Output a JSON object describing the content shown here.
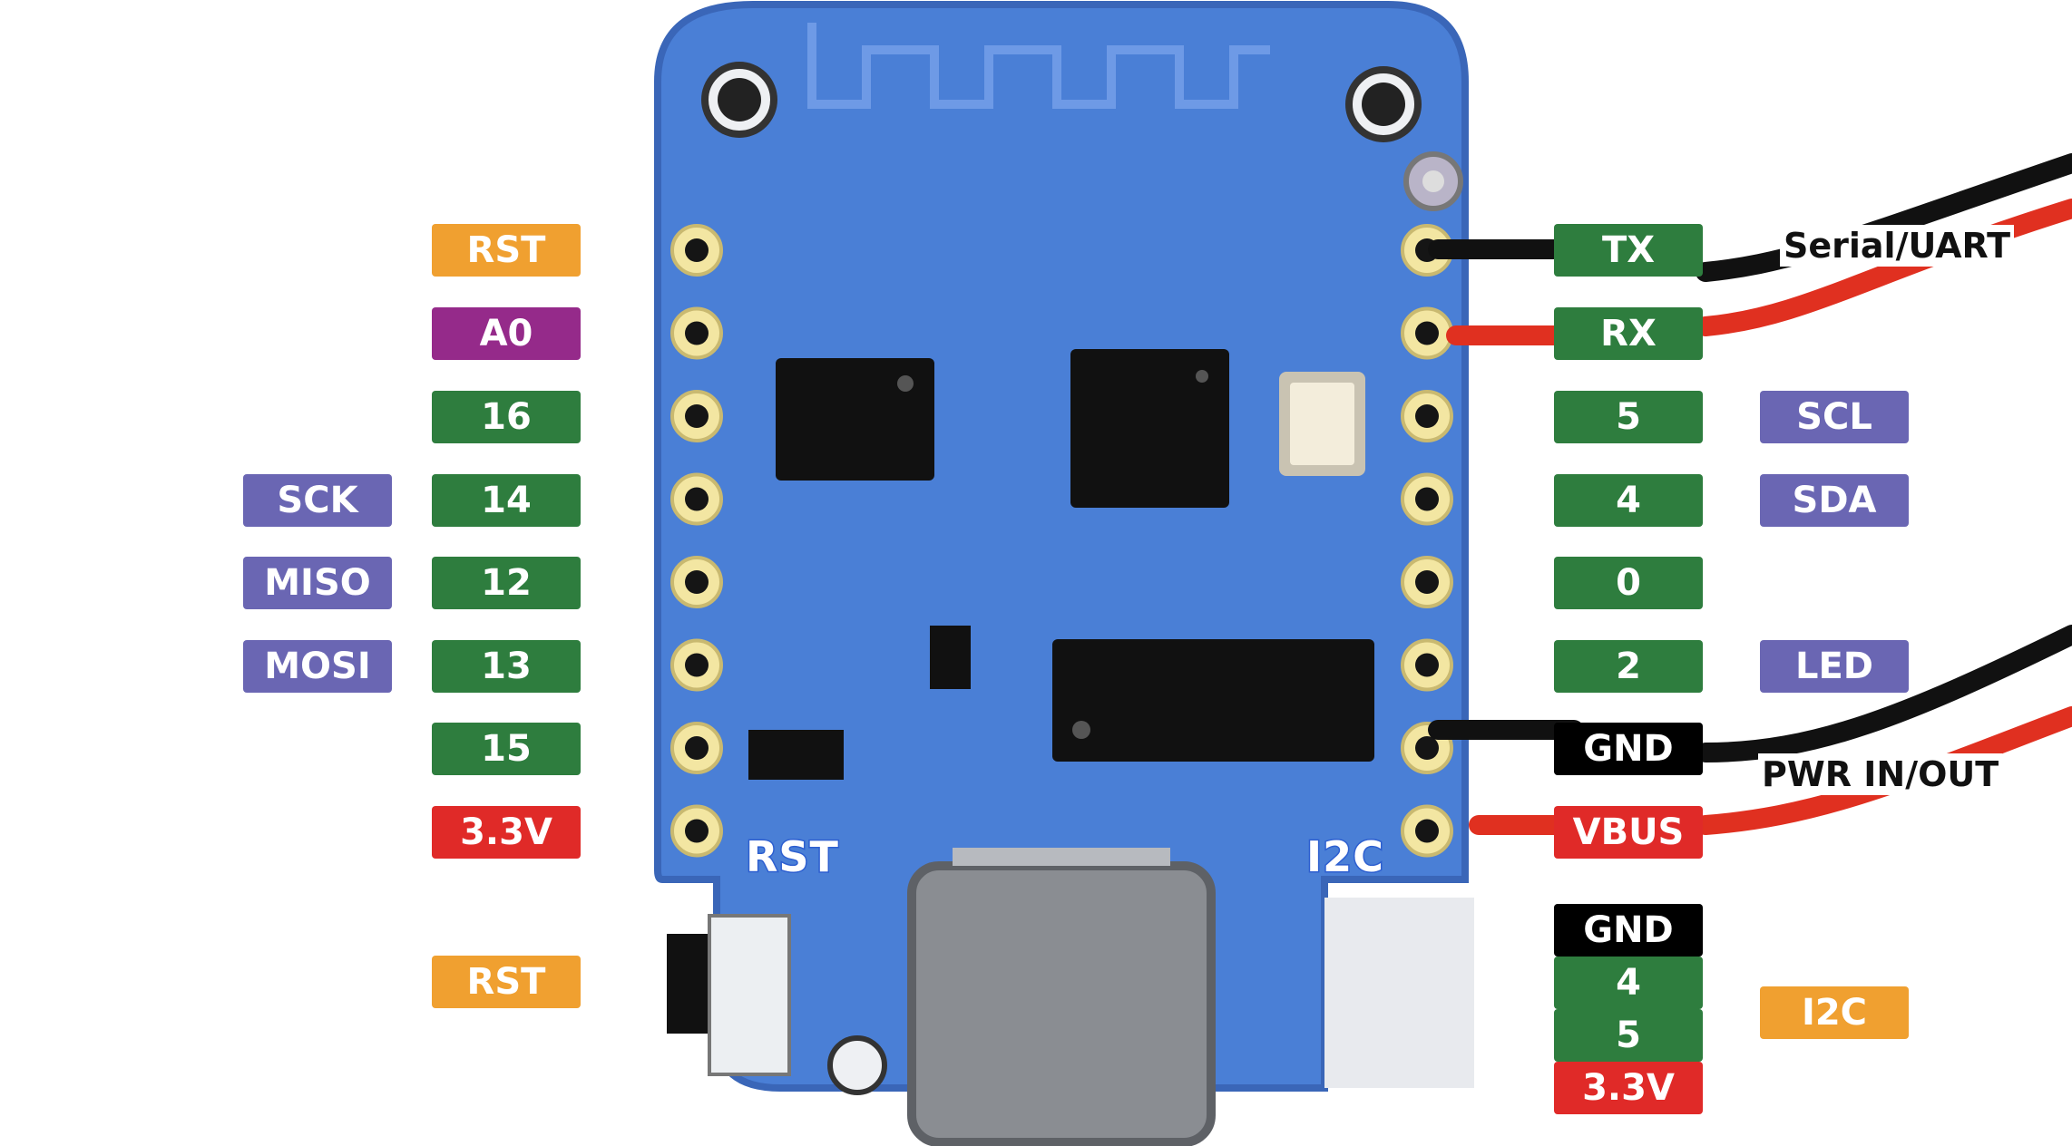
{
  "colors": {
    "board": "#4a7fd6",
    "board_edge": "#3a66b8",
    "gpio": "#2e7d3e",
    "function": "#6a66b3",
    "rst": "#f0a030",
    "analog": "#952a8a",
    "power": "#e02a28",
    "ground": "#000000",
    "wire_black": "#111111",
    "wire_red": "#e03020"
  },
  "left_pins": [
    {
      "label": "RST",
      "color": "#f0a030",
      "func": ""
    },
    {
      "label": "A0",
      "color": "#952a8a",
      "func": ""
    },
    {
      "label": "16",
      "color": "#2e7d3e",
      "func": ""
    },
    {
      "label": "14",
      "color": "#2e7d3e",
      "func": "SCK"
    },
    {
      "label": "12",
      "color": "#2e7d3e",
      "func": "MISO"
    },
    {
      "label": "13",
      "color": "#2e7d3e",
      "func": "MOSI"
    },
    {
      "label": "15",
      "color": "#2e7d3e",
      "func": ""
    },
    {
      "label": "3.3V",
      "color": "#e02a28",
      "func": ""
    }
  ],
  "right_pins": [
    {
      "label": "TX",
      "color": "#2e7d3e",
      "func": ""
    },
    {
      "label": "RX",
      "color": "#2e7d3e",
      "func": ""
    },
    {
      "label": "5",
      "color": "#2e7d3e",
      "func": "SCL"
    },
    {
      "label": "4",
      "color": "#2e7d3e",
      "func": "SDA"
    },
    {
      "label": "0",
      "color": "#2e7d3e",
      "func": ""
    },
    {
      "label": "2",
      "color": "#2e7d3e",
      "func": "LED"
    },
    {
      "label": "GND",
      "color": "#000000",
      "func": ""
    },
    {
      "label": "VBUS",
      "color": "#e02a28",
      "func": ""
    }
  ],
  "rst_button_label": "RST",
  "i2c_connector": {
    "pins": [
      {
        "label": "GND",
        "color": "#000000"
      },
      {
        "label": "4",
        "color": "#2e7d3e"
      },
      {
        "label": "5",
        "color": "#2e7d3e"
      },
      {
        "label": "3.3V",
        "color": "#e02a28"
      }
    ],
    "group_label": "I2C"
  },
  "wire_labels": {
    "serial": "Serial/UART",
    "power": "PWR IN/OUT"
  },
  "silkscreen": {
    "rst": "RST",
    "i2c": "I2C"
  }
}
